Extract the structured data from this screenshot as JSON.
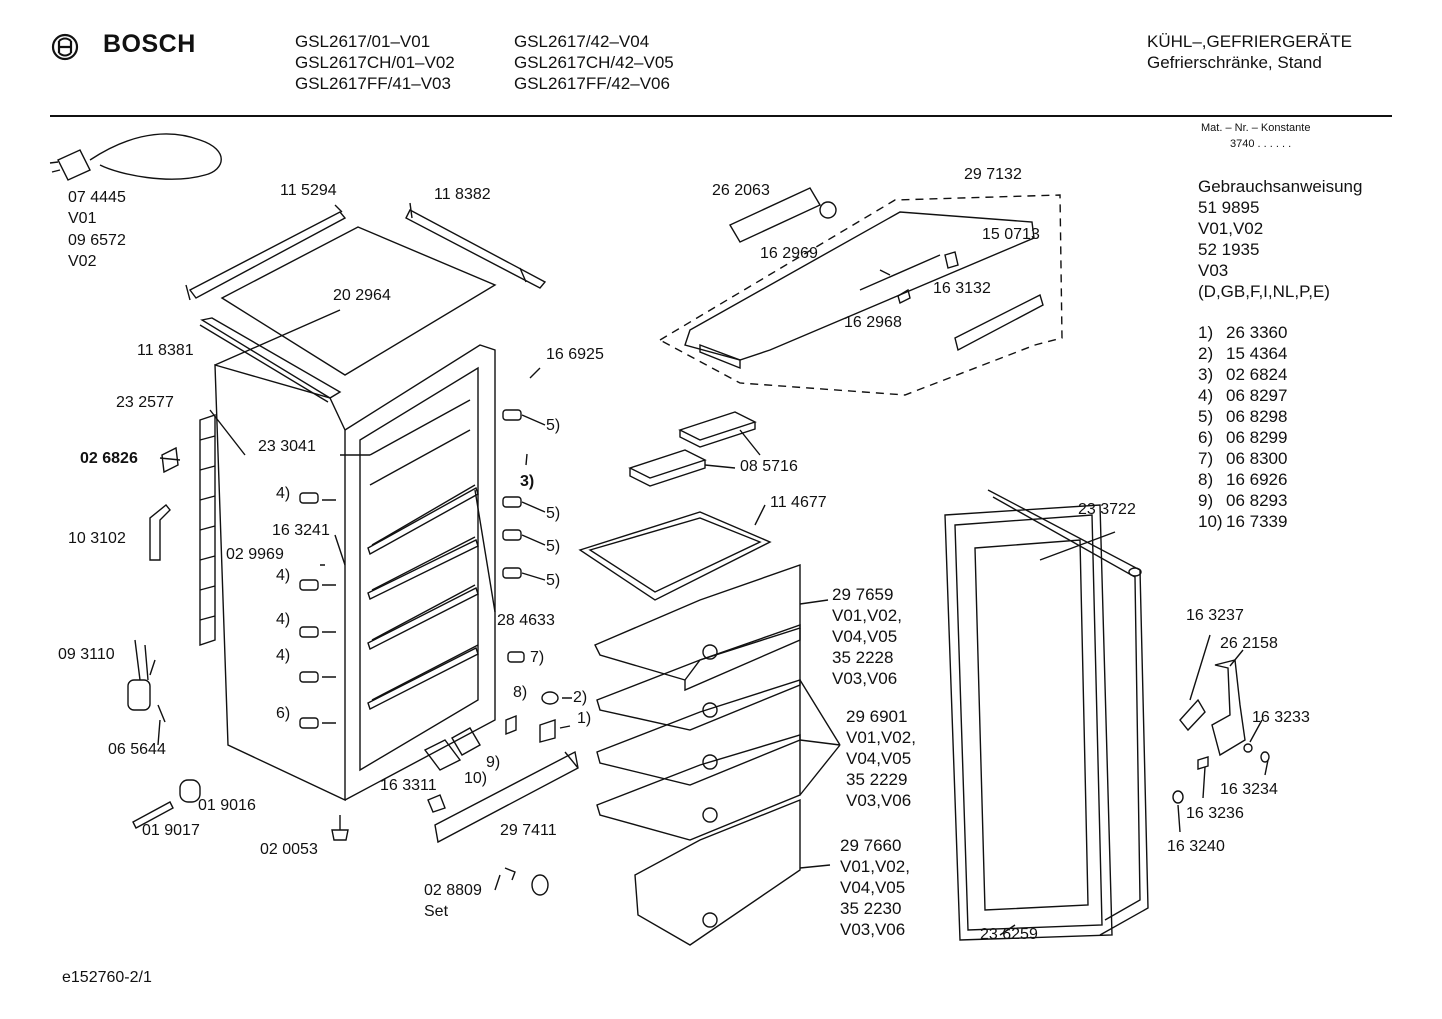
{
  "header": {
    "brand": "BOSCH",
    "models_col1": [
      "GSL2617/01–V01",
      "GSL2617CH/01–V02",
      "GSL2617FF/41–V03"
    ],
    "models_col2": [
      "GSL2617/42–V04",
      "GSL2617CH/42–V05",
      "GSL2617FF/42–V06"
    ],
    "category": "KÜHL–,GEFRIERGERÄTE",
    "subcategory": "Gefrierschränke, Stand"
  },
  "mat_nr": {
    "label": "Mat. – Nr. – Konstante",
    "value": "3740  .  .  .  .  .  ."
  },
  "side_info": {
    "title": "Gebrauchsanweisung",
    "lines": [
      "51 9895",
      "V01,V02",
      "52 1935",
      "V03",
      "(D,GB,F,I,NL,P,E)"
    ],
    "legend": [
      {
        "key": "1)",
        "value": "26 3360"
      },
      {
        "key": "2)",
        "value": "15 4364"
      },
      {
        "key": "3)",
        "value": "02 6824"
      },
      {
        "key": "4)",
        "value": "06 8297"
      },
      {
        "key": "5)",
        "value": "06 8298"
      },
      {
        "key": "6)",
        "value": "06 8299"
      },
      {
        "key": "7)",
        "value": "06 8300"
      },
      {
        "key": "8)",
        "value": "16 6926"
      },
      {
        "key": "9)",
        "value": "06 8293"
      },
      {
        "key": "10)",
        "value": "16 7339"
      }
    ]
  },
  "parts": {
    "p074445": "07 4445",
    "v01a": "V01",
    "p096572": "09 6572",
    "v02a": "V02",
    "p115294": "11 5294",
    "p118382": "11 8382",
    "p202964": "20 2964",
    "p118381": "11 8381",
    "p232577": "23 2577",
    "p026826": "02 6826",
    "p233041": "23 3041",
    "p103102": "10 3102",
    "p163241": "16 3241",
    "p029969": "02 9969",
    "p093110": "09 3110",
    "p065644": "06 5644",
    "p019016": "01 9016",
    "p019017": "01 9017",
    "p020053": "02 0053",
    "p166925": "16 6925",
    "p284633": "28 4633",
    "p163311": "16 3311",
    "p297411": "29 7411",
    "p028809": "02 8809",
    "set": "Set",
    "p262063": "26 2063",
    "p162969": "16 2969",
    "p297132": "29 7132",
    "p150713": "15 0713",
    "p163132": "16 3132",
    "p162968": "16 2968",
    "p085716": "08 5716",
    "p114677": "11 4677",
    "g1": [
      "29 7659",
      "V01,V02,",
      "V04,V05",
      "35 2228",
      "V03,V06"
    ],
    "g2": [
      "29 6901",
      "V01,V02,",
      "V04,V05",
      "35 2229",
      "V03,V06"
    ],
    "g3": [
      "29 7660",
      "V01,V02,",
      "V04,V05",
      "35 2230",
      "V03,V06"
    ],
    "p233722": "23 3722",
    "p236259": "23 6259",
    "p163237": "16 3237",
    "p262158": "26 2158",
    "p163233": "16 3233",
    "p163234": "16 3234",
    "p163236": "16 3236",
    "p163240": "16 3240",
    "c4a": "4)",
    "c4b": "4)",
    "c4c": "4)",
    "c4d": "4)",
    "c6": "6)",
    "c5a": "5)",
    "c5b": "5)",
    "c5c": "5)",
    "c5d": "5)",
    "c3": "3)",
    "c7": "7)",
    "c8": "8)",
    "c2": "2)",
    "c1": "1)",
    "c9": "9)",
    "c10": "10)"
  },
  "footer": {
    "code": "e152760-2/1"
  }
}
